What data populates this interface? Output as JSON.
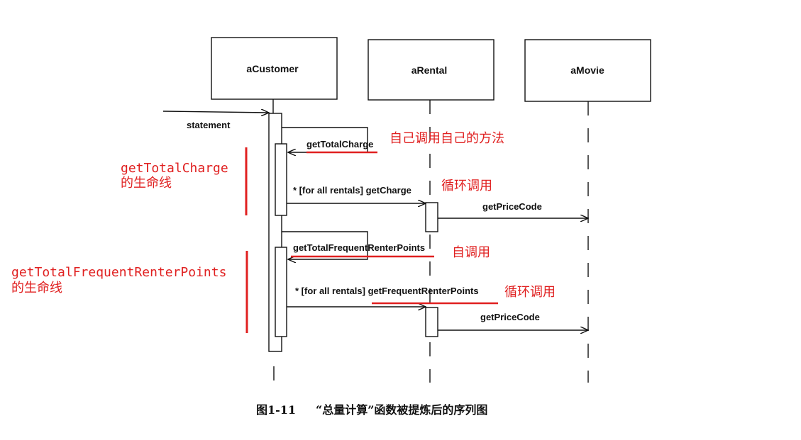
{
  "objects": [
    {
      "label": "aCustomer"
    },
    {
      "label": "aRental"
    },
    {
      "label": "aMovie"
    }
  ],
  "messages": {
    "statement": "statement",
    "get_total_charge": "getTotalCharge",
    "get_charge": "* [for all rentals] getCharge",
    "get_price_code_1": "getPriceCode",
    "get_total_frequent_renter_points": "getTotalFrequentRenterPoints",
    "get_frequent_renter_points": "* [for all rentals] getFrequentRenterPoints",
    "get_price_code_2": "getPriceCode"
  },
  "annotations": {
    "self_call_method": "自己调用自己的方法",
    "loop_call_1": "循环调用",
    "self_call": "自调用",
    "loop_call_2": "循环调用",
    "charge_lifeline_line1": "getTotalCharge",
    "charge_lifeline_line2": "的生命线",
    "points_lifeline_line1": "getTotalFrequentRenterPoints",
    "points_lifeline_line2": "的生命线"
  },
  "caption": {
    "figure_number": "图1-11",
    "text": "“总量计算”函数被提炼后的序列图"
  },
  "colors": {
    "annotation": "#e02020",
    "line": "#111111"
  }
}
